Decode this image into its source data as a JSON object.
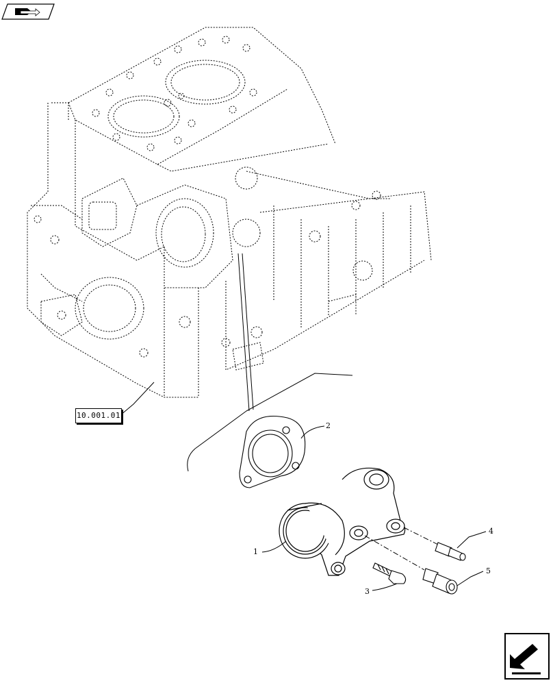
{
  "header": {
    "icon": "book-arrow-icon"
  },
  "reference": {
    "code": "10.001.01"
  },
  "callouts": [
    "1",
    "2",
    "3",
    "4",
    "5"
  ],
  "footer": {
    "icon": "next-page-arrow-icon"
  }
}
